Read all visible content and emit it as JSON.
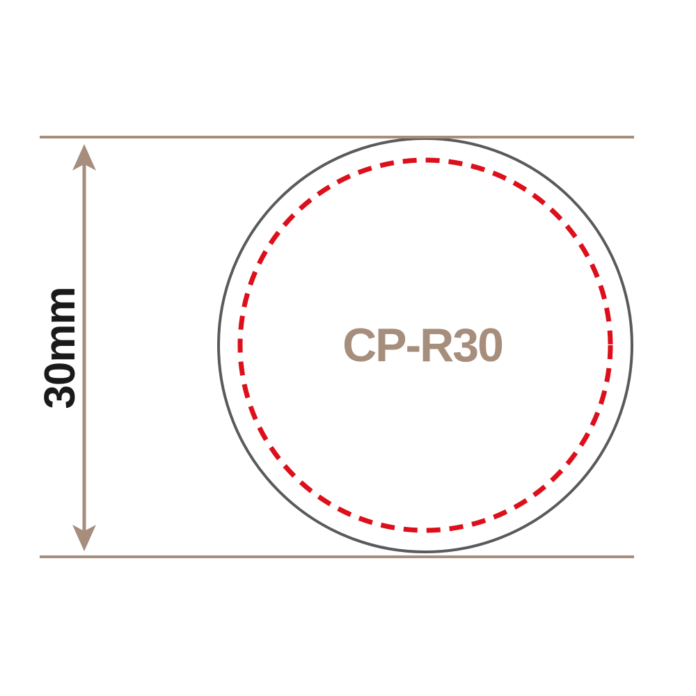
{
  "diagram": {
    "product_code": "CP-R30",
    "dimension_label": "30mm"
  },
  "icons": {
    "dimension_arrow": "double-headed-vertical-arrow"
  },
  "colors": {
    "background": "#ffffff",
    "dimension": "#a68d7c",
    "outline": "#595a5c",
    "cutline": "#dc0f1b",
    "dimension_text": "#1a1a1a",
    "label_text": "#a68d7c"
  }
}
